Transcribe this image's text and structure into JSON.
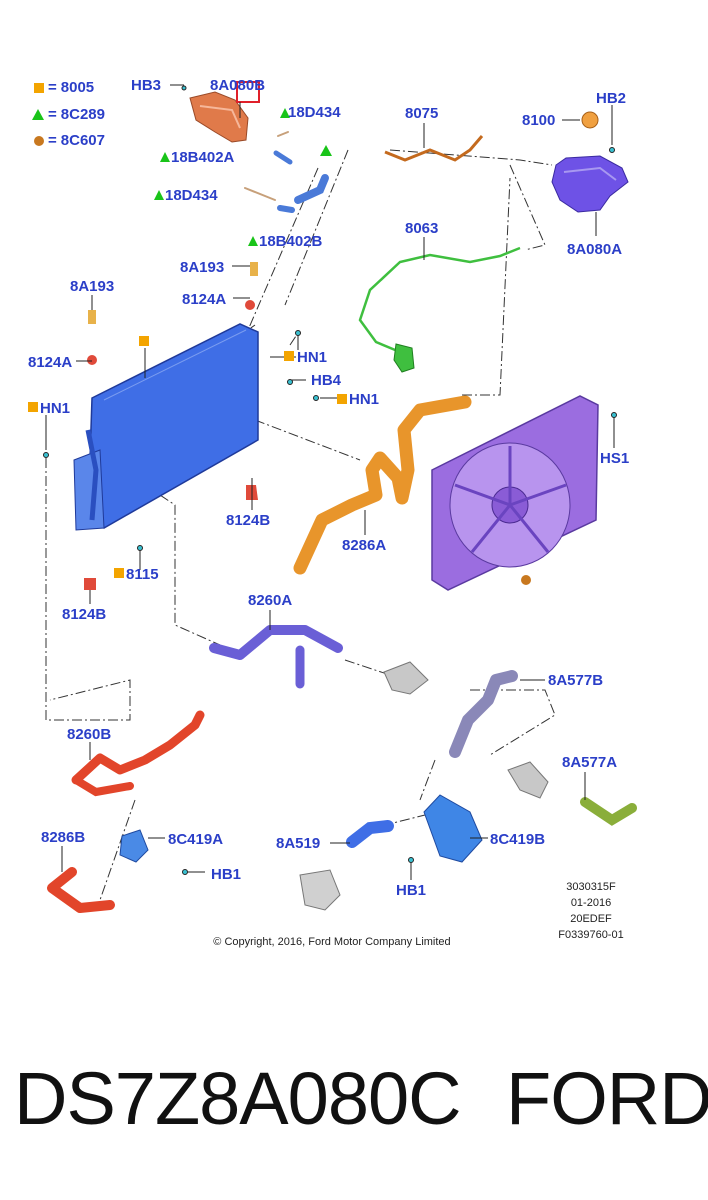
{
  "legend": [
    {
      "shape": "square",
      "code": "8005"
    },
    {
      "shape": "triangle",
      "code": "8C289"
    },
    {
      "shape": "circle",
      "code": "8C607"
    }
  ],
  "labels": {
    "hb3": "HB3",
    "a080b": "8A080B",
    "d434_top": "18D434",
    "b402a": "18B402A",
    "d434_mid": "18D434",
    "b402b": "18B402B",
    "n8075": "8075",
    "n8100": "8100",
    "hb2": "HB2",
    "a080a": "8A080A",
    "n8063": "8063",
    "a193_mid": "8A193",
    "a124_mid": "8124A",
    "a193_left": "8A193",
    "a124_left": "8124A",
    "hn1_mid": "HN1",
    "hb4": "HB4",
    "hn1_right": "HN1",
    "hn1_left": "HN1",
    "hs1": "HS1",
    "b124_mid": "8124B",
    "n8115": "8115",
    "b124_left": "8124B",
    "a286": "8286A",
    "a260": "8260A",
    "b260": "8260B",
    "a577b": "8A577B",
    "a577a": "8A577A",
    "b286": "8286B",
    "c419a": "8C419A",
    "hb1_left": "HB1",
    "a519": "8A519",
    "c419b": "8C419B",
    "hb1_right": "HB1"
  },
  "diagram_code": [
    "3030315F",
    "01-2016",
    "20EDEF",
    "F0339760-01"
  ],
  "copyright": "© Copyright, 2016, Ford Motor Company Limited",
  "part_number": "DS7Z8A080C",
  "brand": "FORD",
  "colors": {
    "label_blue": "#2b3fc8",
    "legend_square": "#f3a400",
    "legend_triangle": "#19c419",
    "legend_circle": "#c8781f",
    "radiator": "#3f6ee6",
    "fan": "#9b6de0",
    "hose_orange": "#e8952b",
    "hose_purple": "#6a5fd6",
    "hose_red": "#e2452a",
    "hose_green": "#3fbf3f",
    "pump_blue": "#3f86e6"
  }
}
